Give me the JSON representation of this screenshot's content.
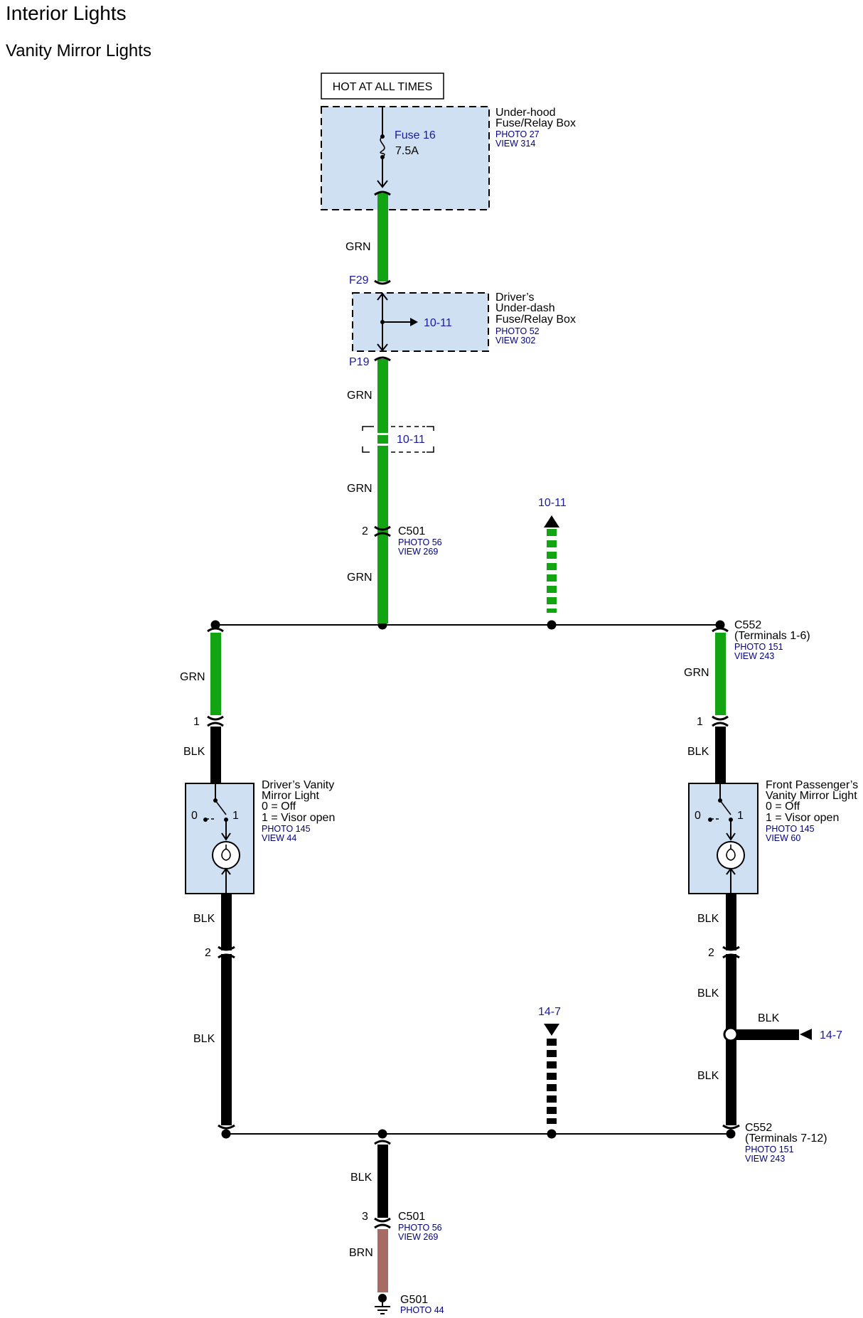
{
  "title": "Interior Lights",
  "subtitle": "Vanity Mirror Lights",
  "colors": {
    "wire_grn": "#13a413",
    "wire_blk": "#000000",
    "wire_brn": "#a86b63",
    "box_fill": "#cfe0f3",
    "ref_text": "#1a1aa0"
  },
  "power_source": "HOT AT ALL TIMES",
  "underhood_box": {
    "name_lines": [
      "Under-hood",
      "Fuse/Relay Box"
    ],
    "photo": "PHOTO 27",
    "view": "VIEW 314",
    "fuse_name": "Fuse 16",
    "fuse_rating": "7.5A"
  },
  "underdash_box": {
    "name_lines": [
      "Driver’s",
      "Under-dash",
      "Fuse/Relay Box"
    ],
    "photo": "PHOTO 52",
    "view": "VIEW 302",
    "branch_ref": "10-11",
    "in_terminal": "F29",
    "out_terminal": "P19"
  },
  "wire_labels": {
    "grn": "GRN",
    "blk": "BLK",
    "brn": "BRN"
  },
  "splice_ref": "10-11",
  "c501": {
    "name": "C501",
    "photo": "PHOTO 56",
    "view": "VIEW 269",
    "pin_top": "2",
    "pin_bottom": "3"
  },
  "up_arrow_ref": "10-11",
  "c552_top": {
    "name": "C552",
    "terminals": "(Terminals 1-6)",
    "photo": "PHOTO 151",
    "view": "VIEW 243"
  },
  "c552_bottom": {
    "name": "C552",
    "terminals": "(Terminals 7-12)",
    "photo": "PHOTO 151",
    "view": "VIEW 243"
  },
  "driver_light": {
    "name_lines": [
      "Driver’s Vanity",
      "Mirror Light"
    ],
    "state_off": "0 = Off",
    "state_on": "1 = Visor open",
    "photo": "PHOTO 145",
    "view": "VIEW 44",
    "pin_in": "1",
    "pin_out": "2",
    "sw_off": "0",
    "sw_on": "1"
  },
  "passenger_light": {
    "name_lines": [
      "Front Passenger’s",
      "Vanity Mirror Light"
    ],
    "state_off": "0 = Off",
    "state_on": "1 = Visor open",
    "photo": "PHOTO 145",
    "view": "VIEW 60",
    "pin_in": "1",
    "pin_out": "2",
    "sw_off": "0",
    "sw_on": "1"
  },
  "down_arrow_ref": "14-7",
  "side_arrow_ref": "14-7",
  "ground": {
    "name": "G501",
    "photo": "PHOTO 44"
  }
}
